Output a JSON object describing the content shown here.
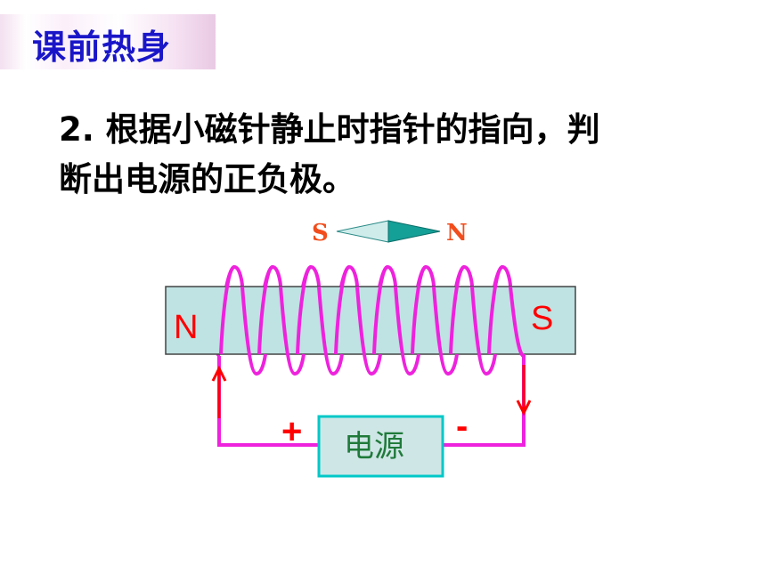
{
  "slide": {
    "title": "课前热身",
    "question_line1": "2. 根据小磁针静止时指针的指向，判",
    "question_line2": "断出电源的正负极。"
  },
  "diagram": {
    "needle": {
      "left_label": "S",
      "right_label": "N"
    },
    "core": {
      "left_pole": "N",
      "right_pole": "S"
    },
    "battery": {
      "label": "电源",
      "plus": "+",
      "minus": "-"
    },
    "colors": {
      "coil": "#ee22dd",
      "arrow": "#ff0000",
      "core_fill": "#bfe2e2",
      "needle_south": "#cfeceb",
      "needle_north": "#149f97",
      "needle_label": "#f24d1c",
      "title": "#1a16c8",
      "battery_border": "#00c8c8",
      "battery_text": "#1f7a3a"
    }
  }
}
